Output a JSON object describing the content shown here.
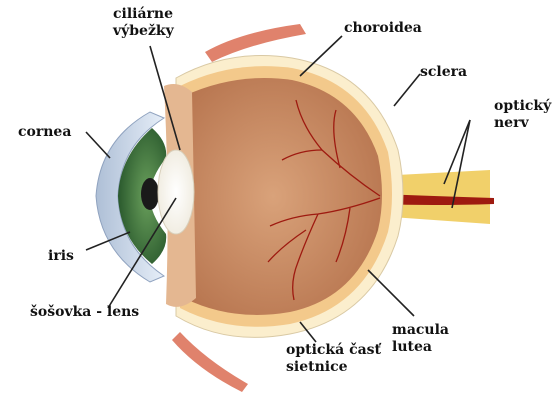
{
  "labels": {
    "ciliary": [
      "ciliárne",
      "výbežky"
    ],
    "choroid": "choroidea",
    "sclera": "sclera",
    "optic_nerve": [
      "optický",
      "nerv"
    ],
    "cornea": "cornea",
    "iris": "iris",
    "lens": "šošovka - lens",
    "macula": [
      "macula",
      "lutea"
    ],
    "retina_part": [
      "optická časť",
      "sietnice"
    ]
  },
  "colors": {
    "vitreous": "#c98a62",
    "choroid": "#f3c98b",
    "sclera": "#fbeecd",
    "muscle": "#e0826c",
    "nerve": "#f1d06a",
    "vessel": "#9e1a10",
    "iris_green": "#2f6a34",
    "cornea_blue": "#c9d8ea",
    "pointer": "#222222"
  }
}
